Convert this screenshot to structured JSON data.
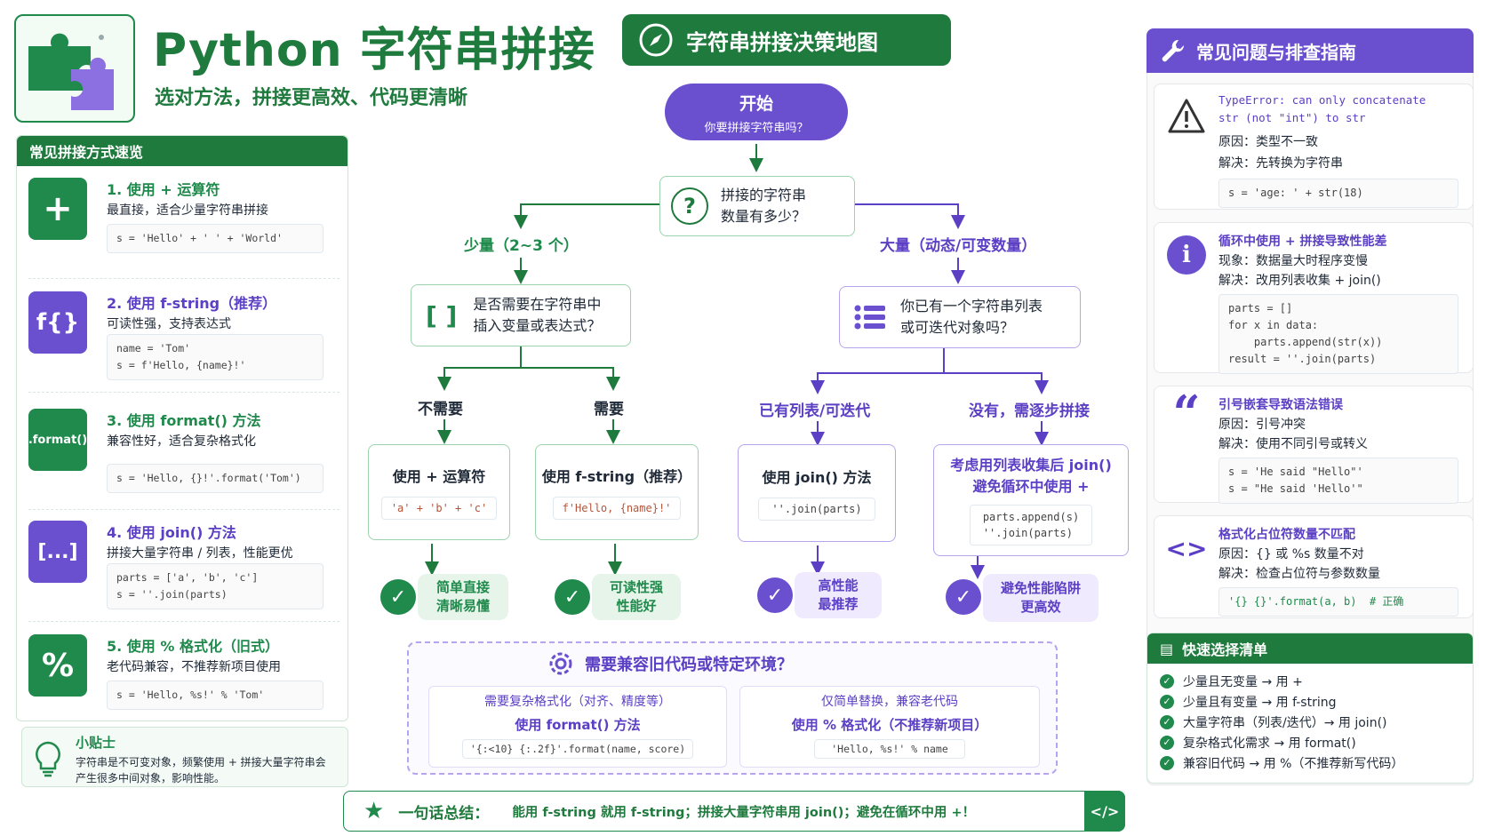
{
  "header": {
    "title": "Python 字符串拼接",
    "subtitle": "选对方法，拼接更高效、代码更清晰"
  },
  "left_panel": {
    "title": "常见拼接方式速览",
    "methods": [
      {
        "icon_text": "+",
        "title": "1. 使用 + 运算符",
        "desc": "最直接，适合少量字符串拼接",
        "code": "s = 'Hello' + ' ' + 'World'",
        "color": "#1f8a4c"
      },
      {
        "icon_text": "f{}",
        "title": "2. 使用 f-string（推荐）",
        "desc": "可读性强，支持表达式",
        "code": "name = 'Tom'\ns = f'Hello, {name}!'",
        "color": "#6a4fcf"
      },
      {
        "icon_text": ".format()",
        "title": "3. 使用 format() 方法",
        "desc": "兼容性好，适合复杂格式化",
        "code": "s = 'Hello, {}!'.format('Tom')",
        "color": "#1f8a4c"
      },
      {
        "icon_text": "[...]",
        "title": "4. 使用 join() 方法",
        "desc": "拼接大量字符串 / 列表，性能更优",
        "code": "parts = ['a', 'b', 'c']\ns = ''.join(parts)",
        "color": "#6a4fcf"
      },
      {
        "icon_text": "%",
        "title": "5. 使用 % 格式化（旧式）",
        "desc": "老代码兼容，不推荐新项目使用",
        "code": "s = 'Hello, %s!' % 'Tom'",
        "color": "#1f8a4c"
      }
    ],
    "tip": {
      "title": "小贴士",
      "text_line1": "字符串是不可变对象，频繁使用 + 拼接大量字符串会",
      "text_line2": "产生很多中间对象，影响性能。"
    }
  },
  "flow": {
    "title": "字符串拼接决策地图",
    "start_title": "开始",
    "start_sub": "你要拼接字符串吗？",
    "q1_line1": "拼接的字符串",
    "q1_line2": "数量有多少？",
    "few_label": "少量（2~3 个）",
    "many_label": "大量（动态/可变数量）",
    "q2_line1": "是否需要在字符串中",
    "q2_line2": "插入变量或表达式？",
    "q3_line1": "你已有一个字符串列表",
    "q3_line2": "或可迭代对象吗？",
    "no_label": "不需要",
    "yes_label": "需要",
    "has_list_label": "已有列表/可迭代",
    "no_list_label": "没有，需逐步拼接",
    "box_plus_title": "使用 + 运算符",
    "box_plus_code": "'a' + 'b' + 'c'",
    "box_fstring_title": "使用 f-string（推荐）",
    "box_fstring_code": "f'Hello, {name}!'",
    "box_join_title": "使用 join() 方法",
    "box_join_code": "''.join(parts)",
    "box_collect_line1": "考虑用列表收集后 join()",
    "box_collect_line2": "避免循环中使用 +",
    "box_collect_code": "parts.append(s)\n''.join(parts)",
    "res1_line1": "简单直接",
    "res1_line2": "清晰易懂",
    "res2_line1": "可读性强",
    "res2_line2": "性能好",
    "res3_line1": "高性能",
    "res3_line2": "最推荐",
    "res4_line1": "避免性能陷阱",
    "res4_line2": "更高效",
    "compat_title": "需要兼容旧代码或特定环境？",
    "compat_left_line1": "需要复杂格式化（对齐、精度等）",
    "compat_left_line2": "使用 format() 方法",
    "compat_left_code": "'{:<10} {:.2f}'.format(name, score)",
    "compat_right_line1": "仅简单替换，兼容老代码",
    "compat_right_line2": "使用 % 格式化（不推荐新项目）",
    "compat_right_code": "'Hello, %s!' % name"
  },
  "summary": {
    "label": "一句话总结：",
    "text": "能用 f-string 就用 f-string；拼接大量字符串用 join()；避免在循环中用 +！"
  },
  "right_panel": {
    "title": "常见问题与排查指南",
    "issues": [
      {
        "icon": "warning-icon",
        "title_line1": "TypeError: can only concatenate",
        "title_line2": "str (not \"int\") to str",
        "line1": "原因：类型不一致",
        "line2": "解决：先转换为字符串",
        "code": "s = 'age: ' + str(18)"
      },
      {
        "icon": "info-icon",
        "title_line1": "循环中使用 + 拼接导致性能差",
        "line1": "现象：数据量大时程序变慢",
        "line2": "解决：改用列表收集 + join()",
        "code": "parts = []\nfor x in data:\n    parts.append(str(x))\nresult = ''.join(parts)"
      },
      {
        "icon": "quote-icon",
        "title_line1": "引号嵌套导致语法错误",
        "line1": "原因：引号冲突",
        "line2": "解决：使用不同引号或转义",
        "code": "s = 'He said \"Hello\"'\ns = \"He said 'Hello'\""
      },
      {
        "icon": "code-icon",
        "title_line1": "格式化占位符数量不匹配",
        "line1": "原因：{} 或 %s 数量不对",
        "line2": "解决：检查占位符与参数数量",
        "code": "'{} {}'.format(a, b)  # 正确"
      }
    ],
    "checklist_title": "快速选择清单",
    "checklist": [
      "少量且无变量 → 用 +",
      "少量且有变量 → 用 f-string",
      "大量字符串（列表/迭代）→ 用 join()",
      "复杂格式化需求 → 用 format()",
      "兼容旧代码 → 用 %（不推荐新写代码）"
    ]
  },
  "colors": {
    "green": "#1f8a4c",
    "purple": "#6a4fcf",
    "dark_green": "#1f7a3d"
  }
}
